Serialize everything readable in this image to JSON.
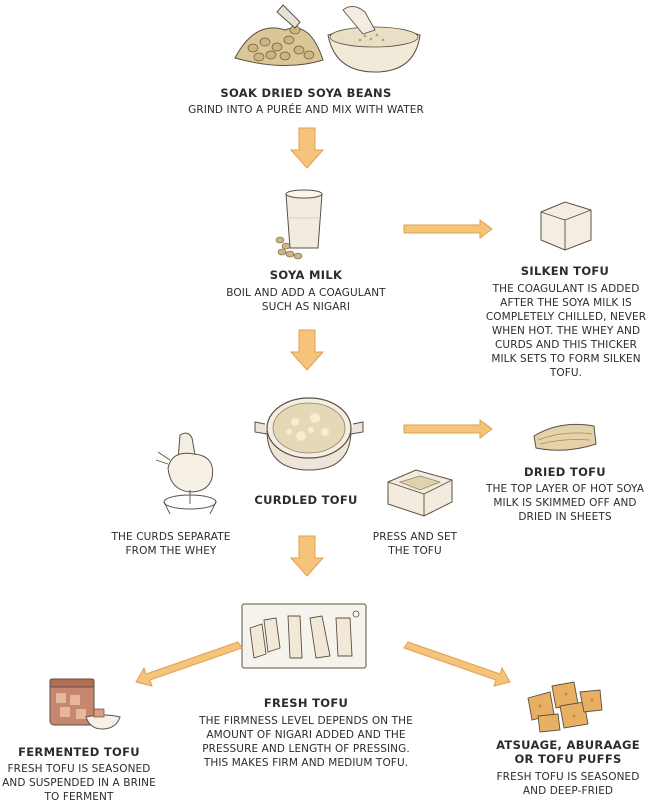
{
  "steps": {
    "soak": {
      "title": "SOAK DRIED SOYA BEANS",
      "desc": "GRIND INTO A PURÉE AND MIX WITH WATER"
    },
    "soya_milk": {
      "title": "SOYA MILK",
      "desc": "BOIL AND ADD A COAGULANT SUCH AS NIGARI"
    },
    "silken": {
      "title": "SILKEN TOFU",
      "desc": "THE COAGULANT IS ADDED AFTER THE SOYA MILK IS COMPLETELY CHILLED, NEVER WHEN HOT. THE WHEY AND CURDS AND THIS THICKER MILK SETS TO FORM SILKEN TOFU."
    },
    "curdled": {
      "title": "CURDLED TOFU"
    },
    "dried": {
      "title": "DRIED TOFU",
      "desc": "THE TOP LAYER OF HOT SOYA MILK IS SKIMMED OFF AND DRIED IN SHEETS"
    },
    "curds_separate": {
      "desc": "THE CURDS SEPARATE FROM THE WHEY"
    },
    "press": {
      "desc": "PRESS AND SET THE TOFU"
    },
    "fresh": {
      "title": "FRESH TOFU",
      "desc": "THE FIRMNESS LEVEL DEPENDS ON THE AMOUNT OF NIGARI ADDED AND THE PRESSURE AND LENGTH OF PRESSING. THIS MAKES FIRM AND MEDIUM TOFU."
    },
    "fermented": {
      "title": "FERMENTED TOFU",
      "desc": "FRESH TOFU IS SEASONED AND SUSPENDED IN A BRINE TO FERMENT"
    },
    "atsuage": {
      "title": "ATSUAGE, ABURAAGE OR TOFU PUFFS",
      "desc": "FRESH TOFU IS SEASONED AND DEEP-FRIED"
    }
  },
  "colors": {
    "arrow_fill": "#f5c37a",
    "arrow_stroke": "#e0a04f",
    "ink": "#2f2b28"
  }
}
